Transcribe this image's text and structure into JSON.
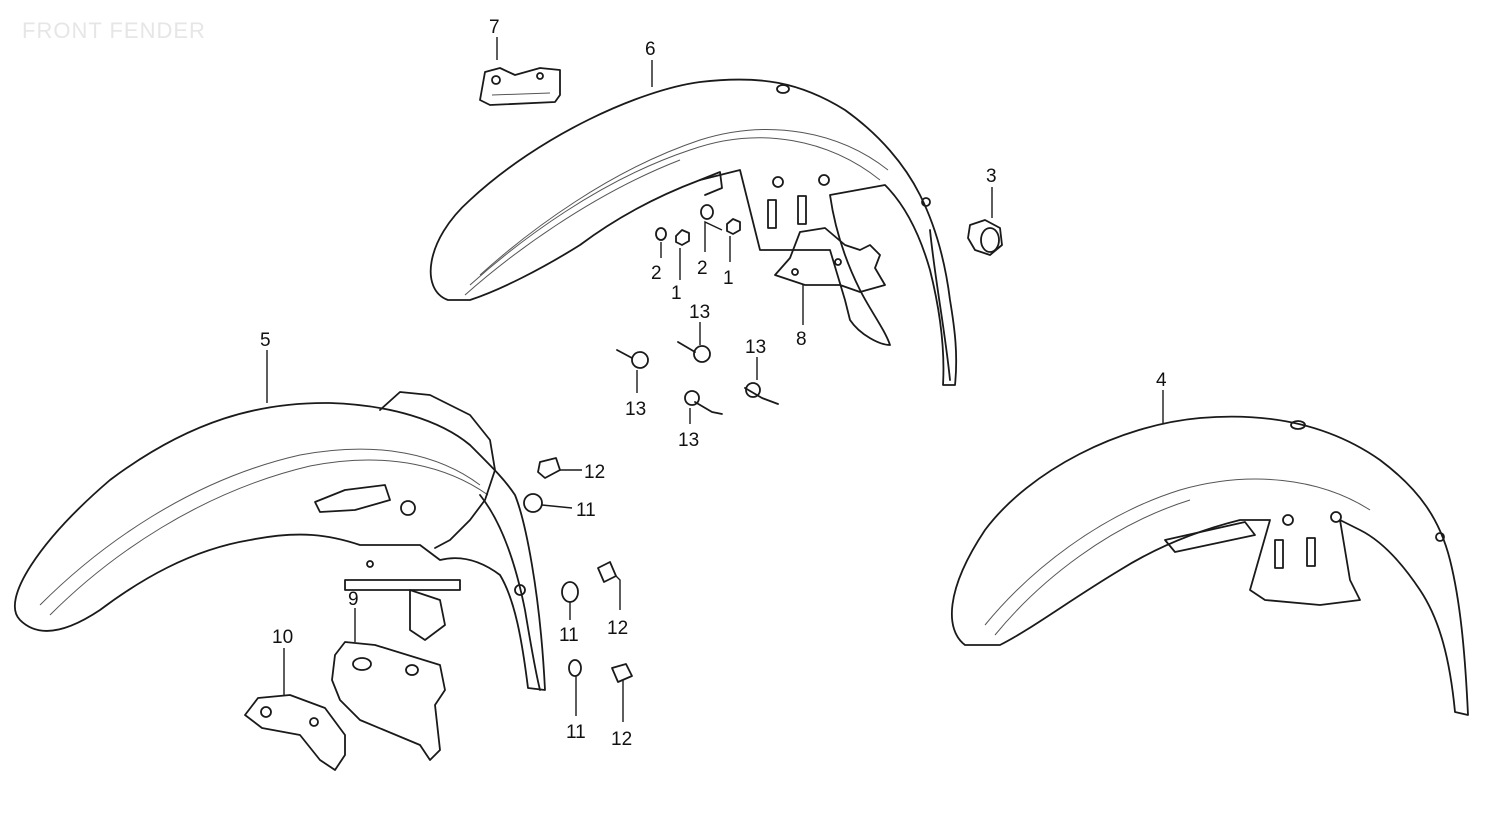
{
  "title": "FRONT FENDER",
  "callouts": [
    {
      "id": "c7",
      "label": "7"
    },
    {
      "id": "c6",
      "label": "6"
    },
    {
      "id": "c3",
      "label": "3"
    },
    {
      "id": "c2a",
      "label": "2"
    },
    {
      "id": "c1a",
      "label": "1"
    },
    {
      "id": "c2b",
      "label": "2"
    },
    {
      "id": "c1b",
      "label": "1"
    },
    {
      "id": "c8",
      "label": "8"
    },
    {
      "id": "c13a",
      "label": "13"
    },
    {
      "id": "c13b",
      "label": "13"
    },
    {
      "id": "c13c",
      "label": "13"
    },
    {
      "id": "c13d",
      "label": "13"
    },
    {
      "id": "c5",
      "label": "5"
    },
    {
      "id": "c4",
      "label": "4"
    },
    {
      "id": "c12a",
      "label": "12"
    },
    {
      "id": "c11a",
      "label": "11"
    },
    {
      "id": "c9",
      "label": "9"
    },
    {
      "id": "c10",
      "label": "10"
    },
    {
      "id": "c11b",
      "label": "11"
    },
    {
      "id": "c12b",
      "label": "12"
    },
    {
      "id": "c11c",
      "label": "11"
    },
    {
      "id": "c12c",
      "label": "12"
    }
  ]
}
